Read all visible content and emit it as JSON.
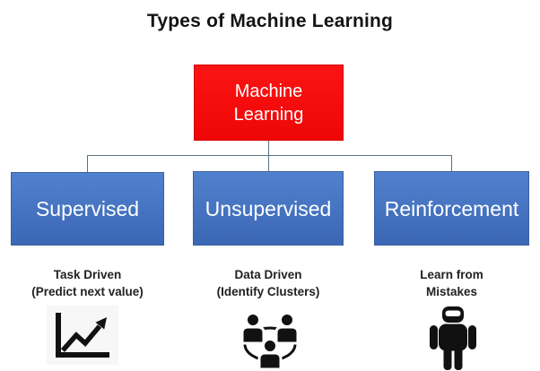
{
  "title": "Types of Machine Learning",
  "root": {
    "label_line1": "Machine",
    "label_line2": "Learning"
  },
  "branches": [
    {
      "label": "Supervised",
      "caption_line1": "Task Driven",
      "caption_line2": "(Predict next value)",
      "icon": "line-chart-icon"
    },
    {
      "label": "Unsupervised",
      "caption_line1": "Data Driven",
      "caption_line2": "(Identify Clusters)",
      "icon": "people-cluster-icon"
    },
    {
      "label": "Reinforcement",
      "caption_line1": "Learn from",
      "caption_line2": "Mistakes",
      "icon": "robot-icon"
    }
  ],
  "colors": {
    "root_fill": "#f50d0d",
    "root_border": "#d50000",
    "branch_fill_top": "#5181ce",
    "branch_fill_bottom": "#3b67b5",
    "branch_border": "#3a5f9e",
    "connector": "#5d7282",
    "title_text": "#141414",
    "node_text": "#ffffff",
    "caption_text": "#212121",
    "icon_color": "#111111"
  }
}
